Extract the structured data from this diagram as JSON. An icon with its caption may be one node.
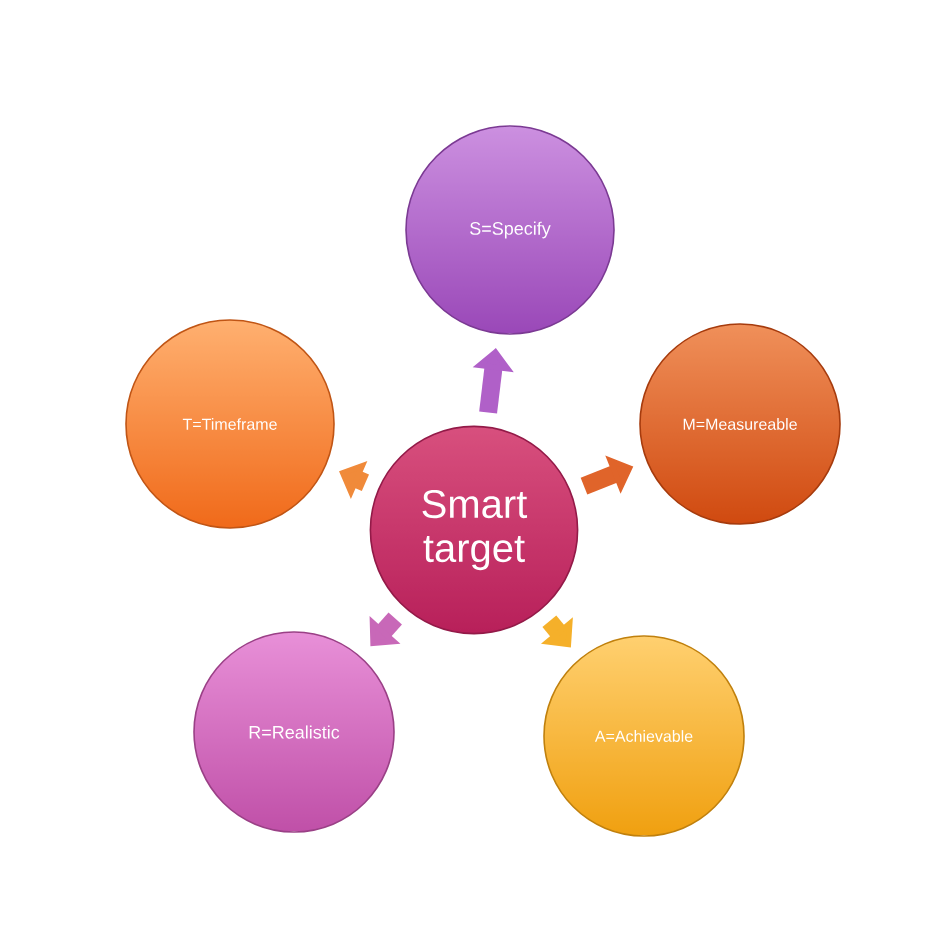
{
  "diagram": {
    "nodes": [
      {
        "text": [
          "Smart target"
        ]
      },
      {
        "text": [
          "S=Specify"
        ]
      },
      {
        "text": [
          "M=Measureable"
        ]
      },
      {
        "text": [
          "A=Achievable"
        ]
      },
      {
        "text": [
          "R=Realistic"
        ]
      },
      {
        "text": [
          "T=Timeframe"
        ]
      }
    ],
    "edges": [
      {
        "from": 0,
        "to": 1,
        "arrow": "to",
        "color": "#b060c8"
      },
      {
        "from": 0,
        "to": 2,
        "arrow": "to",
        "color": "#e0642a"
      },
      {
        "from": 0,
        "to": 3,
        "arrow": "to",
        "color": "#f5b02a"
      },
      {
        "from": 0,
        "to": 4,
        "arrow": "to",
        "color": "#c868b8"
      },
      {
        "from": 0,
        "to": 5,
        "arrow": "to",
        "color": "#f08a3a"
      }
    ]
  }
}
